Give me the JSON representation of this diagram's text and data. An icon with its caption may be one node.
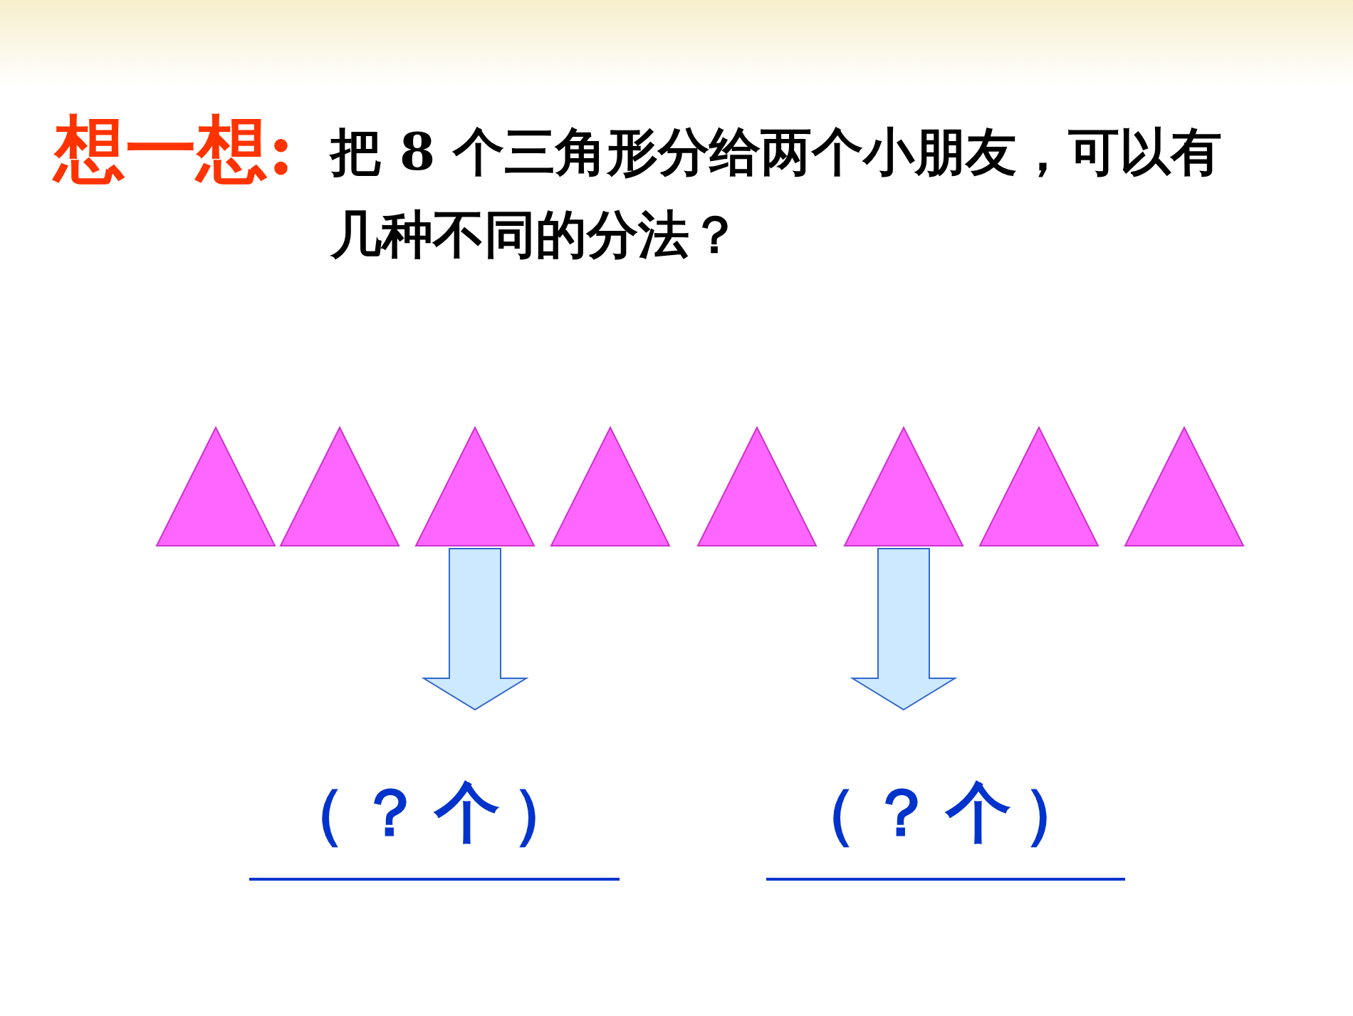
{
  "diagram": {
    "title": "想一想:",
    "nodes": [
      {
        "text": [],
        "shape": "triangle"
      },
      {
        "text": [],
        "shape": "triangle"
      },
      {
        "text": [],
        "shape": "triangle"
      },
      {
        "text": [],
        "shape": "triangle"
      },
      {
        "text": [],
        "shape": "triangle"
      },
      {
        "text": [],
        "shape": "triangle"
      },
      {
        "text": [],
        "shape": "triangle"
      },
      {
        "text": [],
        "shape": "triangle"
      },
      {
        "text": [
          "（？个）"
        ]
      },
      {
        "text": [
          "（？个）"
        ]
      }
    ],
    "edges": [
      {
        "from": 2,
        "to": 8,
        "arrow": "to"
      },
      {
        "from": 5,
        "to": 9,
        "arrow": "to"
      }
    ],
    "labels": [
      "把 8 个三角形分给两个小朋友，可以有几种不同的分法？"
    ]
  }
}
